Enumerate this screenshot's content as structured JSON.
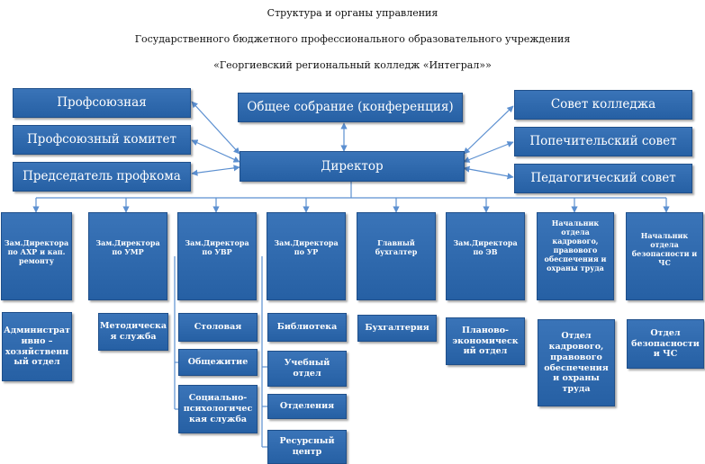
{
  "title_lines": [
    "Структура и органы управления",
    "Государственного бюджетного профессионального образовательного учреждения",
    "«Георгиевский региональный колледж «Интеграл»»"
  ],
  "top": {
    "left": [
      "Профсоюзная",
      "Профсоюзный комитет",
      "Председатель профкома"
    ],
    "center": "Общее собрание (конференция)",
    "right": [
      "Совет колледжа",
      "Попечительский совет",
      "Педагогический совет"
    ],
    "director": "Директор"
  },
  "departments": [
    {
      "head": "Зам.Директора по АХР и кап. ремонту",
      "units": [
        "Администрат ивно – хозяйственн ый отдел"
      ]
    },
    {
      "head": "Зам.Директора по УМР",
      "units": [
        "Методическа я служба"
      ]
    },
    {
      "head": "Зам.Директора по УВР",
      "units": [
        "Столовая",
        "Общежитие",
        "Социально-психологичес кая служба"
      ]
    },
    {
      "head": "Зам.Директора по УР",
      "units": [
        "Библиотека",
        "Учебный отдел",
        "Отделения",
        "Ресурсный центр"
      ]
    },
    {
      "head": "Главный бухгалтер",
      "units": [
        "Бухгалтерия"
      ]
    },
    {
      "head": "Зам.Директора по ЭВ",
      "units": [
        "Планово-экономическ ий отдел"
      ]
    },
    {
      "head": "Начальник отдела кадрового, правового обеспечения и охраны труда",
      "units": [
        "Отдел кадрового, правового обеспечения и охраны труда"
      ]
    },
    {
      "head": "Начальник отдела безопасности и ЧС",
      "units": [
        "Отдел безопасности и ЧС"
      ]
    }
  ],
  "colors": {
    "box": "#2e69ae",
    "line": "#5b8fd0"
  }
}
